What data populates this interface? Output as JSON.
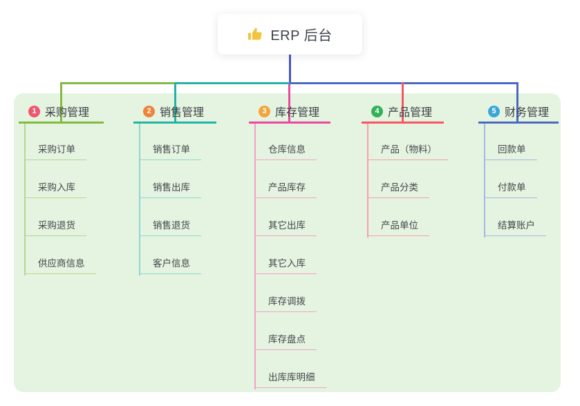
{
  "root": {
    "icon": "thumbs-up-icon",
    "label": "ERP 后台"
  },
  "colors": {
    "canvas_bg": "#ffffff",
    "panel_bg": "#e5f4e0",
    "root_connector": "#4355c4"
  },
  "branches": [
    {
      "number": "1",
      "label": "采购管理",
      "badge_color": "#f0566e",
      "line_color": "#83ba40",
      "child_line_color": "#b5d693",
      "items": [
        "采购订单",
        "采购入库",
        "采购退货",
        "供应商信息"
      ]
    },
    {
      "number": "2",
      "label": "销售管理",
      "badge_color": "#f0823b",
      "line_color": "#23b3a4",
      "child_line_color": "#8ed7cf",
      "items": [
        "销售订单",
        "销售出库",
        "销售退货",
        "客户信息"
      ]
    },
    {
      "number": "3",
      "label": "库存管理",
      "badge_color": "#f3a43b",
      "line_color": "#e9489e",
      "child_line_color": "#f5a0ca",
      "items": [
        "仓库信息",
        "产品库存",
        "其它出库",
        "其它入库",
        "库存调拨",
        "库存盘点",
        "出库库明细"
      ]
    },
    {
      "number": "4",
      "label": "产品管理",
      "badge_color": "#32b254",
      "line_color": "#f85560",
      "child_line_color": "#f9a0a6",
      "items": [
        "产品（物料）",
        "产品分类",
        "产品单位"
      ]
    },
    {
      "number": "5",
      "label": "财务管理",
      "badge_color": "#38a7d8",
      "line_color": "#4b69c2",
      "child_line_color": "#a6b7e2",
      "items": [
        "回款单",
        "付款单",
        "结算账户"
      ]
    }
  ]
}
